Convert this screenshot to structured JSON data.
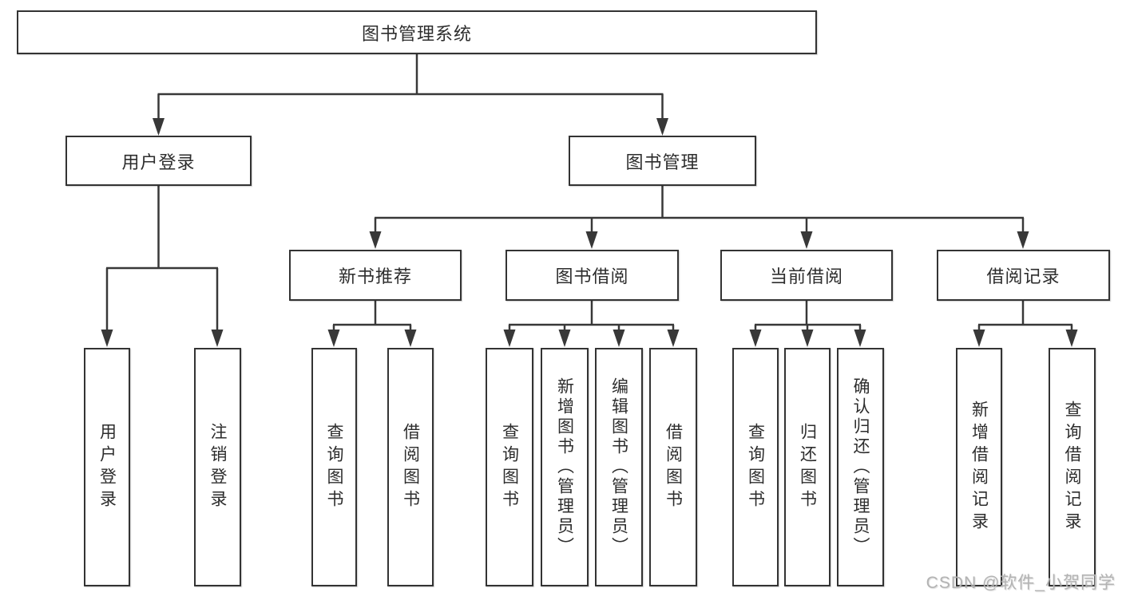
{
  "watermark": {
    "text": "CSDN @软件_小贺同学"
  },
  "colors": {
    "line": "#383838",
    "box_border": "#333333",
    "text": "#2d2d2d",
    "watermark": "#b3b3b3",
    "background": "#ffffff"
  },
  "tree": {
    "root": {
      "label": "图书管理系统"
    },
    "children": [
      {
        "label": "用户登录",
        "children": [
          {
            "label": "用户登录"
          },
          {
            "label": "注销登录"
          }
        ]
      },
      {
        "label": "图书管理",
        "children": [
          {
            "label": "新书推荐",
            "children": [
              {
                "label": "查询图书"
              },
              {
                "label": "借阅图书"
              }
            ]
          },
          {
            "label": "图书借阅",
            "children": [
              {
                "label": "查询图书"
              },
              {
                "label": "新增图书（管理员）"
              },
              {
                "label": "编辑图书（管理员）"
              },
              {
                "label": "借阅图书"
              }
            ]
          },
          {
            "label": "当前借阅",
            "children": [
              {
                "label": "查询图书"
              },
              {
                "label": "归还图书"
              },
              {
                "label": "确认归还（管理员）"
              }
            ]
          },
          {
            "label": "借阅记录",
            "children": [
              {
                "label": "新增借阅记录"
              },
              {
                "label": "查询借阅记录"
              }
            ]
          }
        ]
      }
    ]
  }
}
